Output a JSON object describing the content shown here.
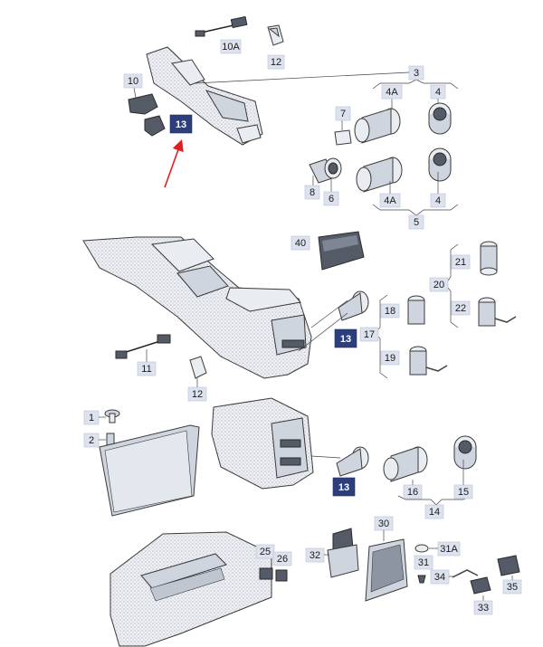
{
  "labels": {
    "p10A": "10A",
    "p12a": "12",
    "p3": "3",
    "p4Aa": "4A",
    "p4a": "4",
    "p10": "10",
    "p13a": "13",
    "p7": "7",
    "p8": "8",
    "p6": "6",
    "p4Ab": "4A",
    "p4b": "4",
    "p5": "5",
    "p40": "40",
    "p21": "21",
    "p20": "20",
    "p22": "22",
    "p18": "18",
    "p17": "17",
    "p13b": "13",
    "p19": "19",
    "p11": "11",
    "p12b": "12",
    "p1": "1",
    "p2": "2",
    "p13c": "13",
    "p16": "16",
    "p15": "15",
    "p14": "14",
    "p30": "30",
    "p31A": "31A",
    "p31": "31",
    "p32": "32",
    "p25": "25",
    "p26": "26",
    "p34": "34",
    "p35": "35",
    "p33": "33"
  },
  "colors": {
    "label_fill": "#dde3ee",
    "highlight_fill": "#2c3f7c",
    "arrow": "#e02020"
  }
}
